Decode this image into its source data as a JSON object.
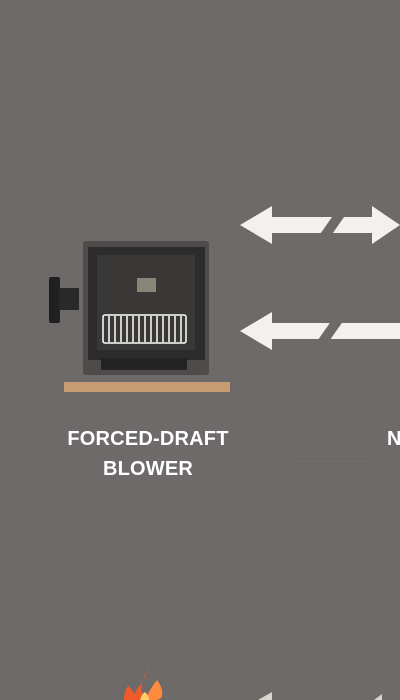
{
  "canvas": {
    "background": "#6d6a69"
  },
  "labels": {
    "main_line1": "FORCED-DRAFT",
    "main_line2": "BLOWER",
    "offscreen": "N"
  },
  "icons": [
    "forced-draft-blower-icon",
    "double-arrow-icon",
    "left-arrow-icon",
    "flame-icon"
  ],
  "colors": {
    "arrow": "#f3f1ee",
    "blower_body": "#2e2d2d",
    "blower_frame": "#555251",
    "base": "#c79c70",
    "grille": "#ffffff",
    "flame": "#ef5a2a"
  }
}
